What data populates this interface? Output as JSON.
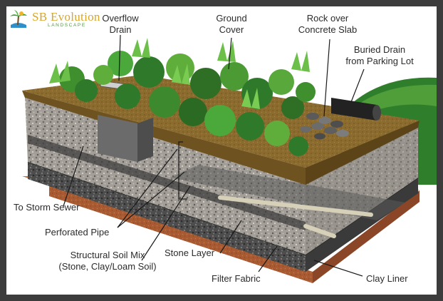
{
  "logo": {
    "name": "SB Evolution",
    "tagline": "LANDSCAPE"
  },
  "labels": {
    "overflow_drain": [
      "Overflow",
      "Drain"
    ],
    "ground_cover": [
      "Ground",
      "Cover"
    ],
    "rock_over_slab": [
      "Rock over",
      "Concrete Slab"
    ],
    "buried_drain": [
      "Buried Drain",
      "from Parking Lot"
    ],
    "to_storm_sewer": "To Storm Sewer",
    "perforated_pipe": "Perforated Pipe",
    "structural_soil": [
      "Structural Soil Mix",
      "(Stone, Clay/Loam Soil)"
    ],
    "stone_layer": "Stone Layer",
    "filter_fabric": "Filter Fabric",
    "clay_liner": "Clay Liner"
  },
  "colors": {
    "frame": "#3c3c3c",
    "soil_top": "#8a6a2c",
    "gravel": "#9a9690",
    "stone_layer": "#4a4a4a",
    "clay": "#a7562e",
    "plant_dark": "#2f7a2a",
    "plant_light": "#5fae3c"
  }
}
